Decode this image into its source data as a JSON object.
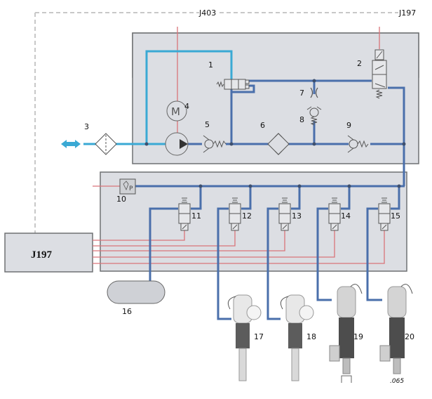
{
  "diagram": {
    "title": "Air suspension pneumatic circuit",
    "top_labels": {
      "left": "J403",
      "right": "J197"
    },
    "control_unit": {
      "label": "J197"
    },
    "components": [
      {
        "id": "1",
        "label": "1"
      },
      {
        "id": "2",
        "label": "2"
      },
      {
        "id": "3",
        "label": "3"
      },
      {
        "id": "4",
        "label": "4",
        "symbol": "M"
      },
      {
        "id": "5",
        "label": "5"
      },
      {
        "id": "6",
        "label": "6"
      },
      {
        "id": "7",
        "label": "7"
      },
      {
        "id": "8",
        "label": "8"
      },
      {
        "id": "9",
        "label": "9"
      },
      {
        "id": "10",
        "label": "10",
        "symbol": "P"
      },
      {
        "id": "11",
        "label": "11"
      },
      {
        "id": "12",
        "label": "12"
      },
      {
        "id": "13",
        "label": "13"
      },
      {
        "id": "14",
        "label": "14"
      },
      {
        "id": "15",
        "label": "15"
      },
      {
        "id": "16",
        "label": "16"
      },
      {
        "id": "17",
        "label": "17"
      },
      {
        "id": "18",
        "label": "18"
      },
      {
        "id": "19",
        "label": "19"
      },
      {
        "id": "20",
        "label": "20"
      }
    ],
    "figure_code": ".065",
    "colors": {
      "panel_fill": "#dcdee3",
      "panel_border": "#6f7173",
      "pressure_line": "#4a6fab",
      "intake_line": "#3aa9d4",
      "electric_line": "#d9747a",
      "signal_dash": "#c8c8c8",
      "symbol_stroke": "#555555"
    }
  }
}
